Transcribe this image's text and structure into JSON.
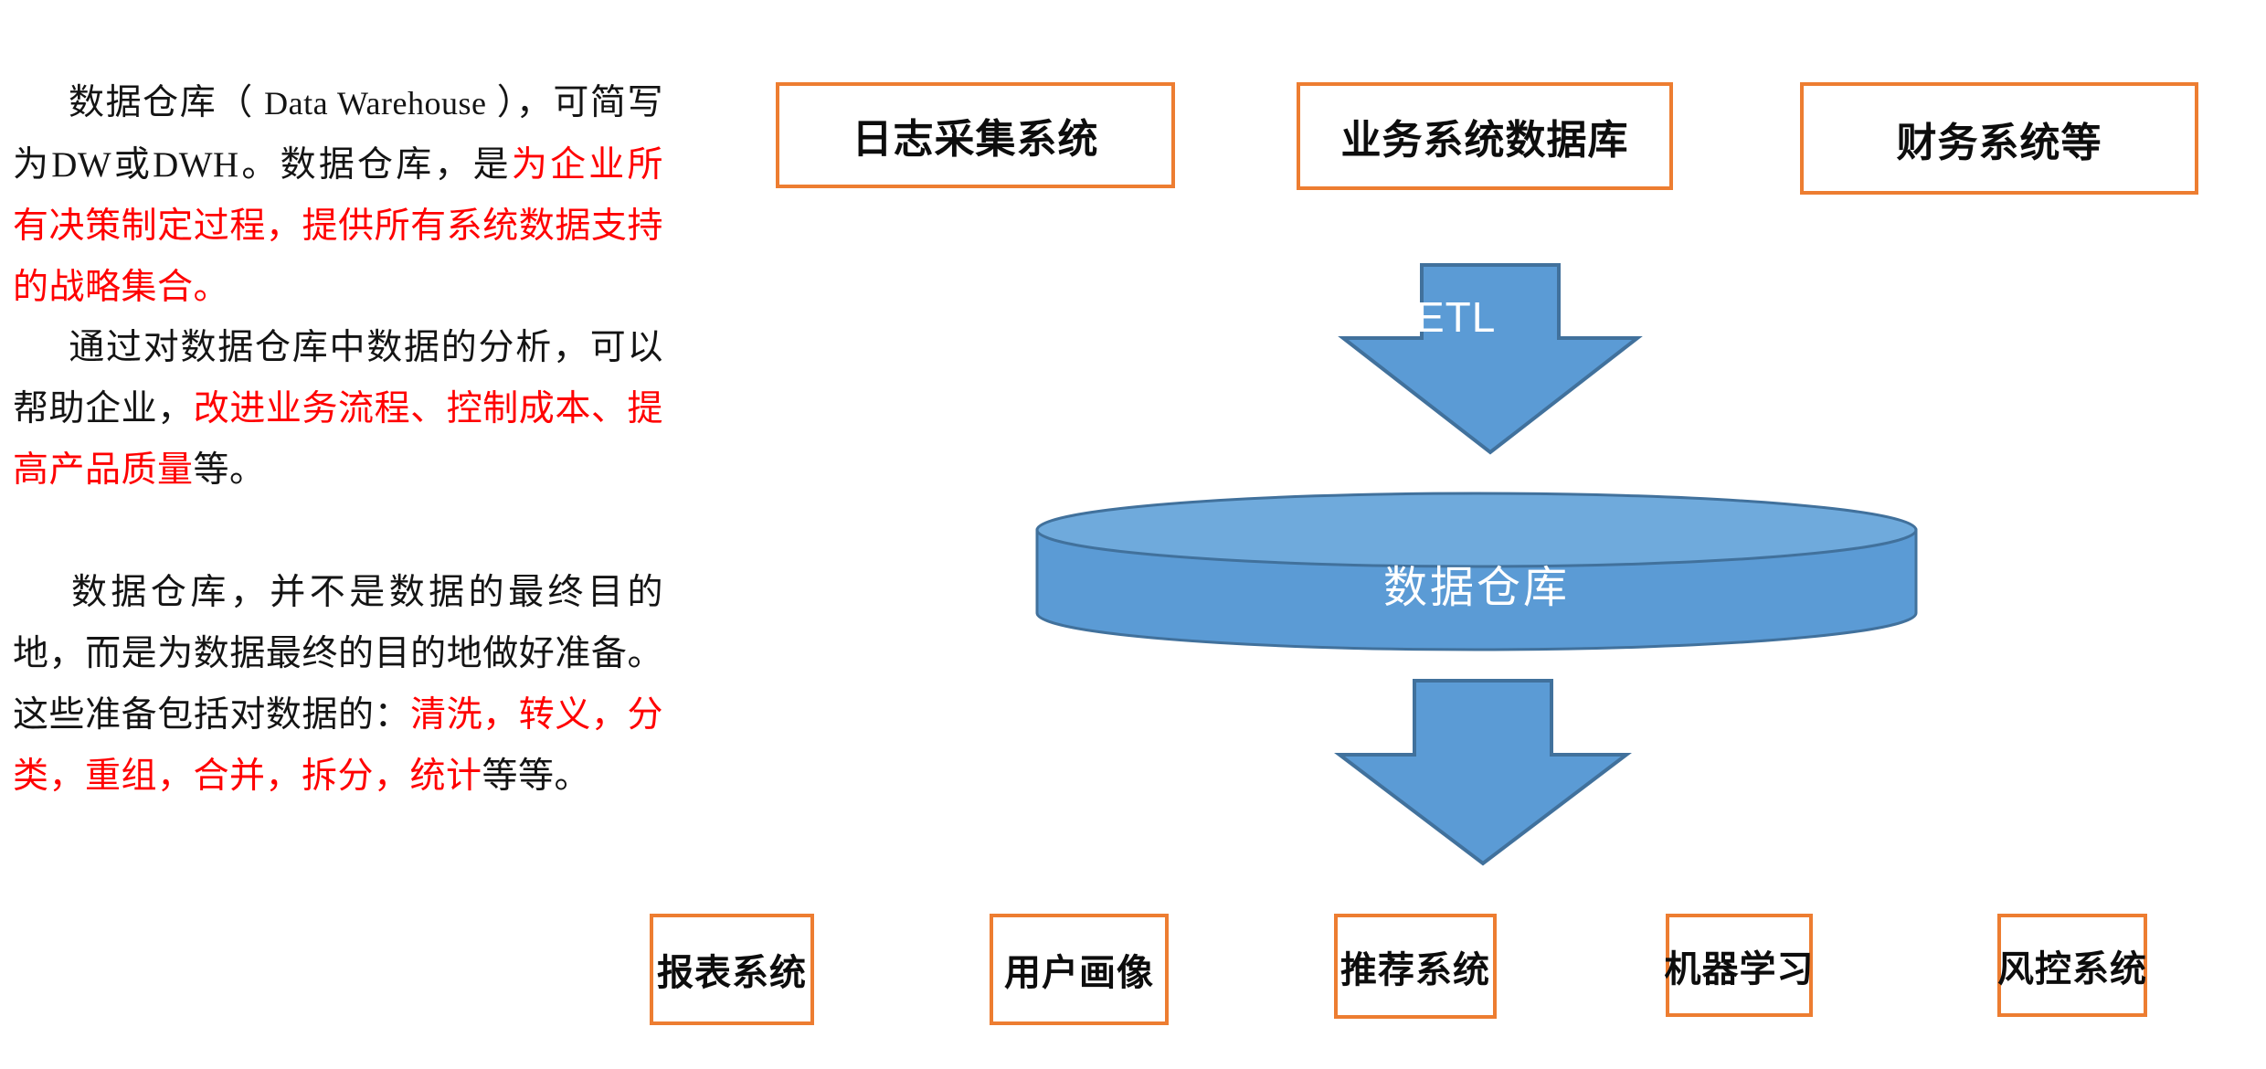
{
  "article": {
    "paragraphs": [
      {
        "id": "para1",
        "runs": [
          {
            "text": "数据仓库（",
            "color": "black"
          },
          {
            "text": "Data Warehouse",
            "color": "black",
            "latin": true
          },
          {
            "text": "），可简写为DW或DWH。数据仓库，是",
            "color": "black"
          },
          {
            "text": "为企业所有决策制定过程，提供所有系统数据支持的战略集合。",
            "color": "red"
          }
        ]
      },
      {
        "id": "para2",
        "runs": [
          {
            "text": "通过对数据仓库中数据的分析，可以帮助企业，",
            "color": "black"
          },
          {
            "text": "改进业务流程、控制成本、提高产品质量",
            "color": "red"
          },
          {
            "text": "等。",
            "color": "black"
          }
        ]
      },
      {
        "id": "para3",
        "runs": [
          {
            "text": "数据仓库，并不是数据的最终目的地，而是为数据最终的目的地做好准备。这些准备包括对数据的：",
            "color": "black"
          },
          {
            "text": "清洗，转义，分类，重组，合并，拆分，统计",
            "color": "red"
          },
          {
            "text": "等等。",
            "color": "black"
          }
        ]
      }
    ]
  },
  "diagram": {
    "sources": [
      {
        "label": "日志采集系统"
      },
      {
        "label": "业务系统数据库"
      },
      {
        "label": "财务系统等"
      }
    ],
    "etl_arrow": {
      "label": "ETL",
      "icon": "arrow-down-icon"
    },
    "warehouse": {
      "label": "数据仓库",
      "icon": "database-cylinder-icon"
    },
    "load_arrow": {
      "label": "",
      "icon": "arrow-down-icon"
    },
    "consumers": [
      {
        "label": "报表系统"
      },
      {
        "label": "用户画像"
      },
      {
        "label": "推荐系统"
      },
      {
        "label": "机器学习"
      },
      {
        "label": "风控系统"
      }
    ]
  },
  "colors": {
    "box_border": "#ED7D31",
    "arrow_fill": "#5B9BD5",
    "arrow_stroke": "#41719C",
    "cylinder_fill": "#5B9BD5",
    "cylinder_stroke": "#41719C",
    "highlight_text": "#ff0000",
    "body_text": "#141414",
    "page_background": "#ffffff"
  }
}
